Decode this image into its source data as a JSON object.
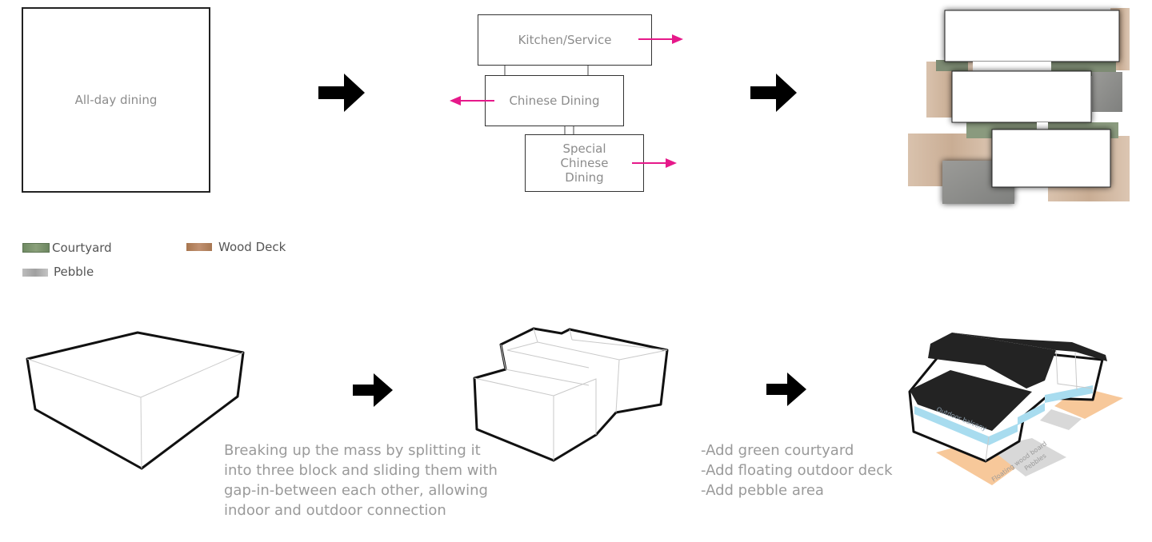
{
  "top_row": {
    "step1": {
      "label": "All-day dining"
    },
    "step2": {
      "boxes": [
        {
          "label": "Kitchen/Service"
        },
        {
          "label": "Chinese Dining"
        },
        {
          "label": "Special Chinese Dining"
        }
      ]
    }
  },
  "legend": {
    "items": [
      {
        "label": "Courtyard",
        "color": "#6f8a63"
      },
      {
        "label": "Wood Deck",
        "color": "#b0805a"
      },
      {
        "label": "Pebble",
        "color": "#a9a9a9"
      }
    ]
  },
  "captions": {
    "massing": "Breaking up the mass by splitting it into three block and sliding them with gap-in-between each other, allowing indoor and outdoor connection",
    "massing_lines": [
      "Breaking up the mass by splitting it",
      "into three block and sliding them with",
      "gap-in-between each other, allowing",
      "indoor and outdoor connection"
    ],
    "additions": [
      "-Add green courtyard",
      "-Add floating outdoor deck",
      "-Add pebble area"
    ]
  },
  "model_labels": {
    "balcony": "Outdoor balcony",
    "deck": "Floating wood board",
    "pebbles": "Pebbles"
  },
  "colors": {
    "accent_arrow": "#e6198a",
    "balcony": "#a8dcef",
    "deck": "#f7c89a",
    "pebble": "#d6d6d6",
    "roof": "#232323"
  }
}
